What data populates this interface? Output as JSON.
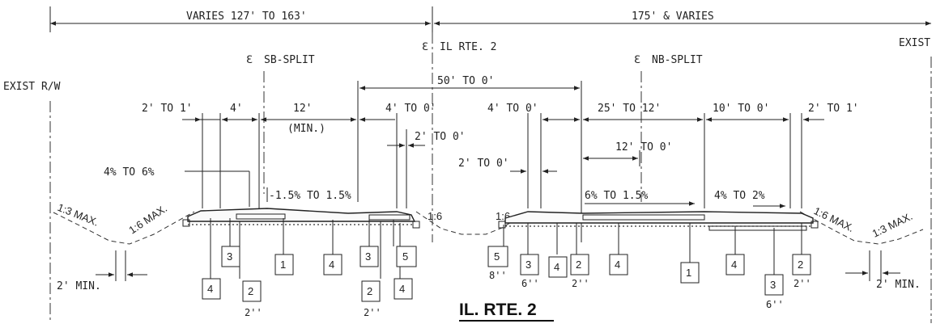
{
  "top_dimensions": {
    "left": "VARIES 127' TO 163'",
    "right": "175' & VARIES"
  },
  "right_of_way": {
    "left": "EXIST R/W",
    "right": "EXIST"
  },
  "centerlines": {
    "main_symbol": "ℇ",
    "main_label": "IL RTE. 2",
    "sb_symbol": "ℇ",
    "sb_label": "SB-SPLIT",
    "nb_symbol": "ℇ",
    "nb_label": "NB-SPLIT"
  },
  "dimensions": {
    "fifty_to_zero": "50' TO 0'",
    "two_to_one_left": "2' TO 1'",
    "four": "4'",
    "twelve": "12'",
    "twelve_min": "(MIN.)",
    "four_to_zero_left": "4' TO 0'",
    "two_to_zero_upper": "2' TO 0'",
    "two_to_zero_lower": "2' TO 0'",
    "four_to_zero_right": "4' TO 0'",
    "twentyfive_to_twelve": "25' TO 12'",
    "ten_to_zero": "10' TO 0'",
    "two_to_one_right": "2' TO 1'",
    "twelve_to_zero": "12' TO 0'"
  },
  "slopes": {
    "four_to_six": "4% TO 6%",
    "neg_one_five": "-1.5% TO 1.5%",
    "six_to_one_five": "6% TO 1.5%",
    "four_to_two": "4% TO 2%",
    "ratio_1_3_left": "1:3 MAX.",
    "ratio_1_6_left": "1:6 MAX.",
    "ratio_1_6_mid": "1:6",
    "ratio_1_6_mid2": "1:6",
    "ratio_1_6_right": "1:6 MAX.",
    "ratio_1_3_right": "1:3 MAX."
  },
  "minimums": {
    "left": "2' MIN.",
    "right": "2' MIN."
  },
  "callouts": [
    {
      "num": "4",
      "thk": ""
    },
    {
      "num": "3",
      "thk": ""
    },
    {
      "num": "2",
      "thk": "2''"
    },
    {
      "num": "1",
      "thk": ""
    },
    {
      "num": "4",
      "thk": ""
    },
    {
      "num": "3",
      "thk": ""
    },
    {
      "num": "2",
      "thk": "2''"
    },
    {
      "num": "5",
      "thk": ""
    },
    {
      "num": "4",
      "thk": ""
    },
    {
      "num": "5",
      "thk": "8''"
    },
    {
      "num": "3",
      "thk": "6''"
    },
    {
      "num": "4",
      "thk": ""
    },
    {
      "num": "2",
      "thk": "2''"
    },
    {
      "num": "4",
      "thk": ""
    },
    {
      "num": "1",
      "thk": ""
    },
    {
      "num": "4",
      "thk": ""
    },
    {
      "num": "3",
      "thk": "6''"
    },
    {
      "num": "2",
      "thk": "2''"
    }
  ],
  "title": "IL. RTE. 2"
}
